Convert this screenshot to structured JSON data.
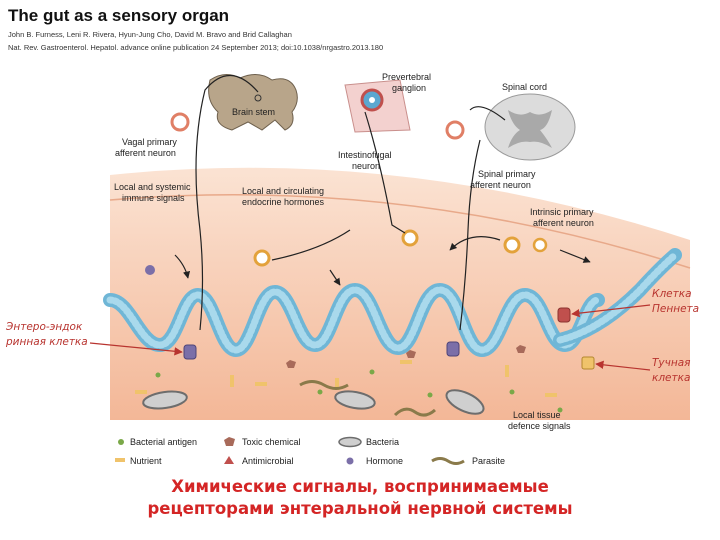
{
  "header": {
    "title": "The gut as a sensory organ",
    "authors": "John B. Furness, Leni R. Rivera, Hyun-Jung Cho, David M. Bravo and Brid Callaghan",
    "citation": "Nat. Rev. Gastroenterol. Hepatol. advance online publication 24 September 2013; doi:10.1038/nrgastro.2013.180"
  },
  "labels": {
    "brain_stem": "Brain stem",
    "prevertebral_1": "Prevertebral",
    "prevertebral_2": "ganglion",
    "spinal_cord": "Spinal cord",
    "vagal_1": "Vagal primary",
    "vagal_2": "afferent neuron",
    "intestinofugal_1": "Intestinofugal",
    "intestinofugal_2": "neuron",
    "spinal_primary_1": "Spinal primary",
    "spinal_primary_2": "afferent neuron",
    "local_systemic_1": "Local and systemic",
    "local_systemic_2": "immune signals",
    "local_circulating_1": "Local and circulating",
    "local_circulating_2": "endocrine hormones",
    "intrinsic_1": "Intrinsic primary",
    "intrinsic_2": "afferent neuron",
    "local_tissue_1": "Local tissue",
    "local_tissue_2": "defence signals"
  },
  "annotations": {
    "enteroendocrine_1": "Энтеро-эндок",
    "enteroendocrine_2": "ринная клетка",
    "paneth_1": "Клетка",
    "paneth_2": "Пеннета",
    "mast_1": "Тучная",
    "mast_2": "клетка"
  },
  "legend": {
    "bacterial_antigen": "Bacterial antigen",
    "toxic_chemical": "Toxic chemical",
    "bacteria": "Bacteria",
    "nutrient": "Nutrient",
    "antimicrobial": "Antimicrobial",
    "hormone": "Hormone",
    "parasite": "Parasite"
  },
  "caption": {
    "line1": "Химические сигналы, воспринимаемые",
    "line2": "рецепторами энтеральной нервной системы"
  },
  "colors": {
    "caption": "#d42525",
    "annotation": "#b8342f",
    "epithelium": "#8fcbe3",
    "tissue": "#f6c3a6",
    "brainstem": "#b8a58a",
    "spinal_cord": "#dcdcdc"
  }
}
